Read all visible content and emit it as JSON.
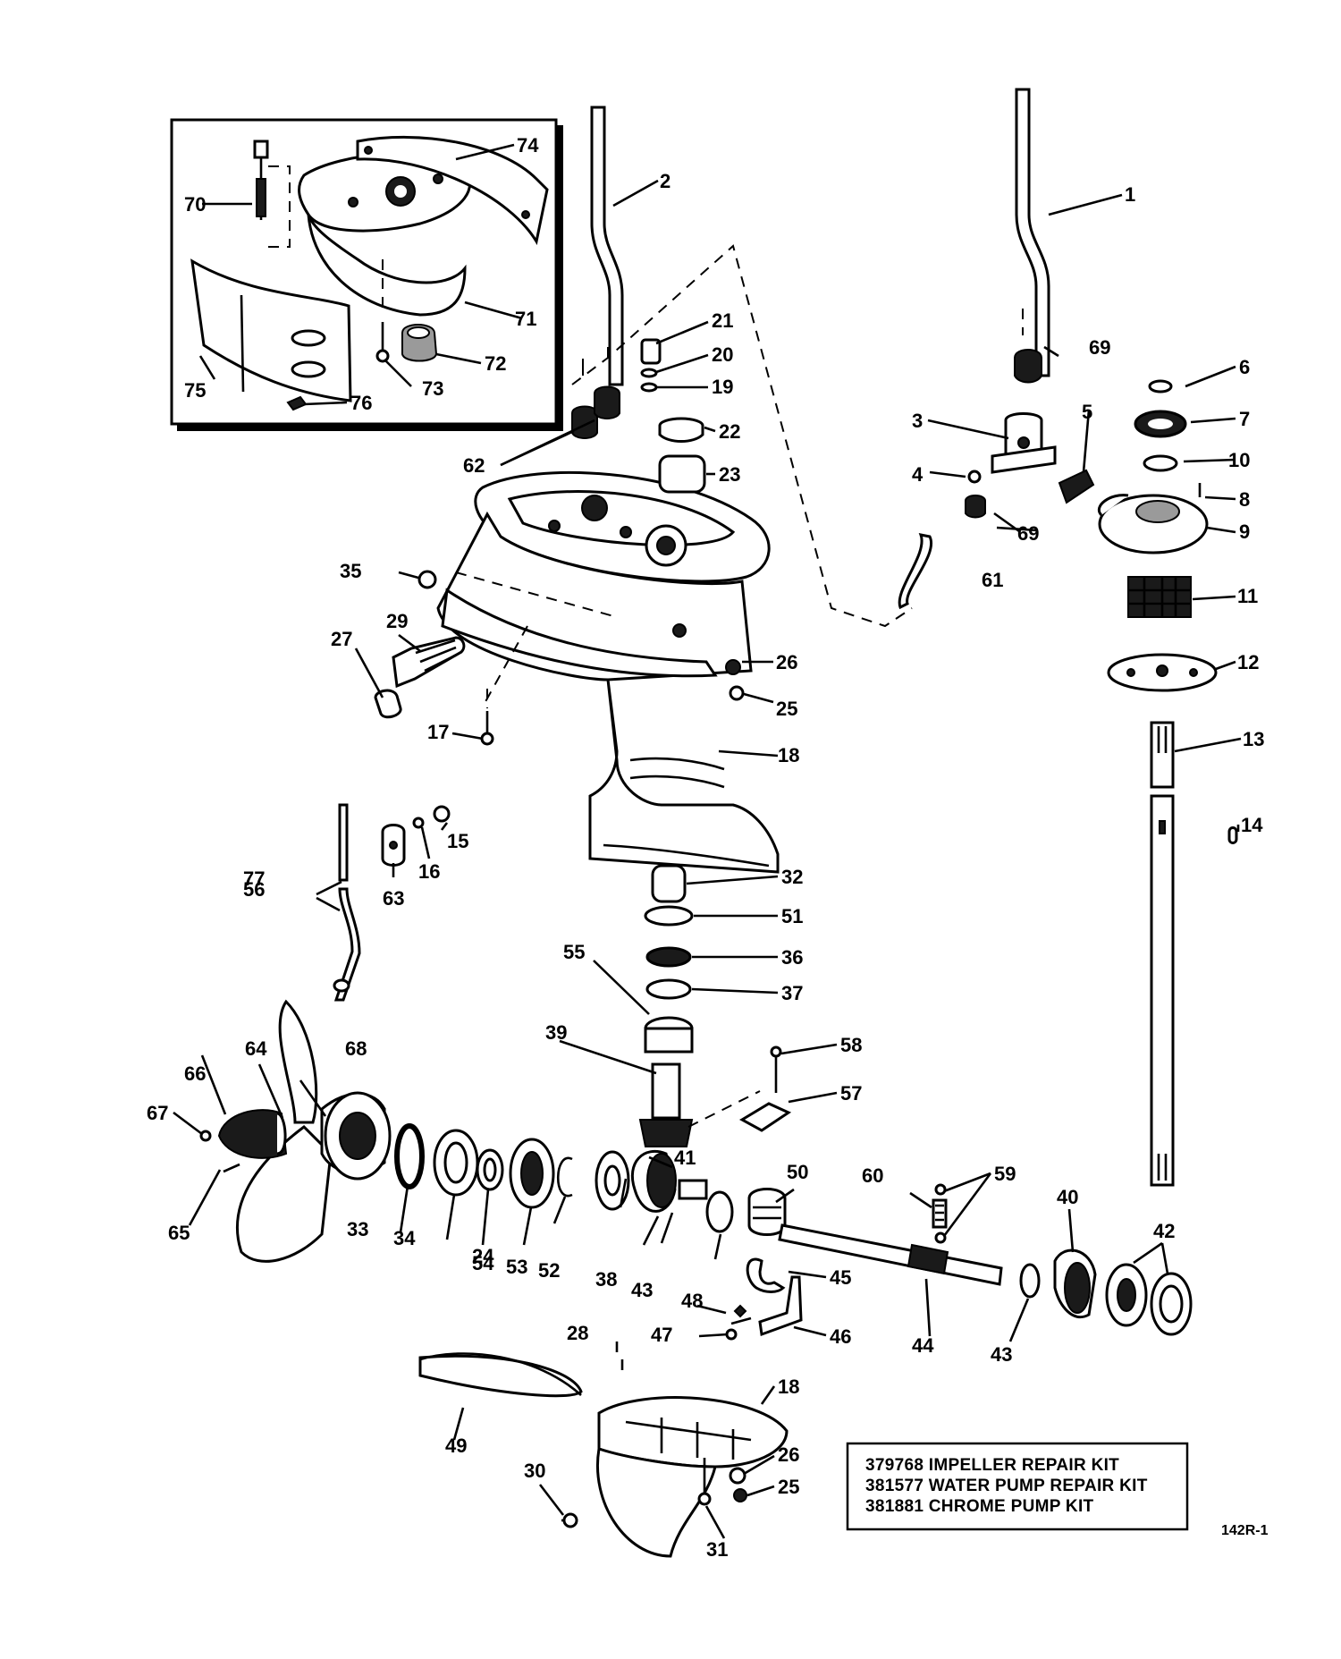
{
  "callouts": [
    "1",
    "2",
    "3",
    "4",
    "5",
    "6",
    "7",
    "8",
    "9",
    "10",
    "11",
    "12",
    "13",
    "14",
    "15",
    "16",
    "17",
    "18",
    "19",
    "20",
    "21",
    "22",
    "23",
    "24",
    "25",
    "26",
    "27",
    "28",
    "29",
    "30",
    "31",
    "32",
    "33",
    "34",
    "35",
    "36",
    "37",
    "38",
    "39",
    "40",
    "41",
    "42",
    "43",
    "44",
    "45",
    "46",
    "47",
    "48",
    "49",
    "50",
    "51",
    "52",
    "53",
    "54",
    "55",
    "56",
    "57",
    "58",
    "59",
    "60",
    "61",
    "62",
    "63",
    "64",
    "65",
    "66",
    "67",
    "68",
    "69",
    "70",
    "71",
    "72",
    "73",
    "74",
    "75",
    "76",
    "77"
  ],
  "kit_box": {
    "lines": [
      "379768 IMPELLER REPAIR KIT",
      "381577 WATER PUMP REPAIR KIT",
      "381881 CHROME PUMP KIT"
    ]
  },
  "figure_code": "142R-1"
}
